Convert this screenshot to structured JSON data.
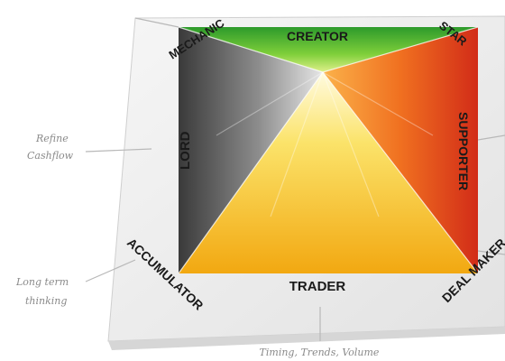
{
  "profiles": {
    "mechanic": "MECHANIC",
    "creator": "CREATOR",
    "star": "STAR",
    "lord": "LORD",
    "supporter": "SUPPORTER",
    "accumulator": "ACCUMULATOR",
    "trader": "TRADER",
    "deal_maker": "DEAL MAKER"
  },
  "annotations": {
    "refine_line1": "Refine",
    "refine_line2": "Cashflow",
    "longterm_line1": "Long term",
    "longterm_line2": "thinking",
    "timing": "Timing, Trends, Volume"
  },
  "colors": {
    "green": "#3cb83a",
    "gray": "#5a5a5a",
    "yellow": "#f6c21a",
    "orange": "#f06a1e",
    "red": "#d8301a",
    "board": "#ececec"
  }
}
